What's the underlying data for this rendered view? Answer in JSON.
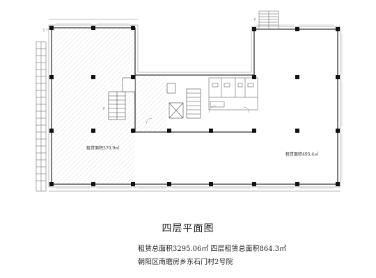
{
  "plan": {
    "west_area_label": "租赁面积370.9㎡",
    "east_area_label": "租赁面积495.4㎡",
    "down_marker": "下"
  },
  "caption": {
    "title": "四层平面图",
    "summary": "租赁总面积3295.06㎡ 四层租赁总面积864.3㎡",
    "address": "朝阳区南磨房乡东石门村2号院"
  }
}
